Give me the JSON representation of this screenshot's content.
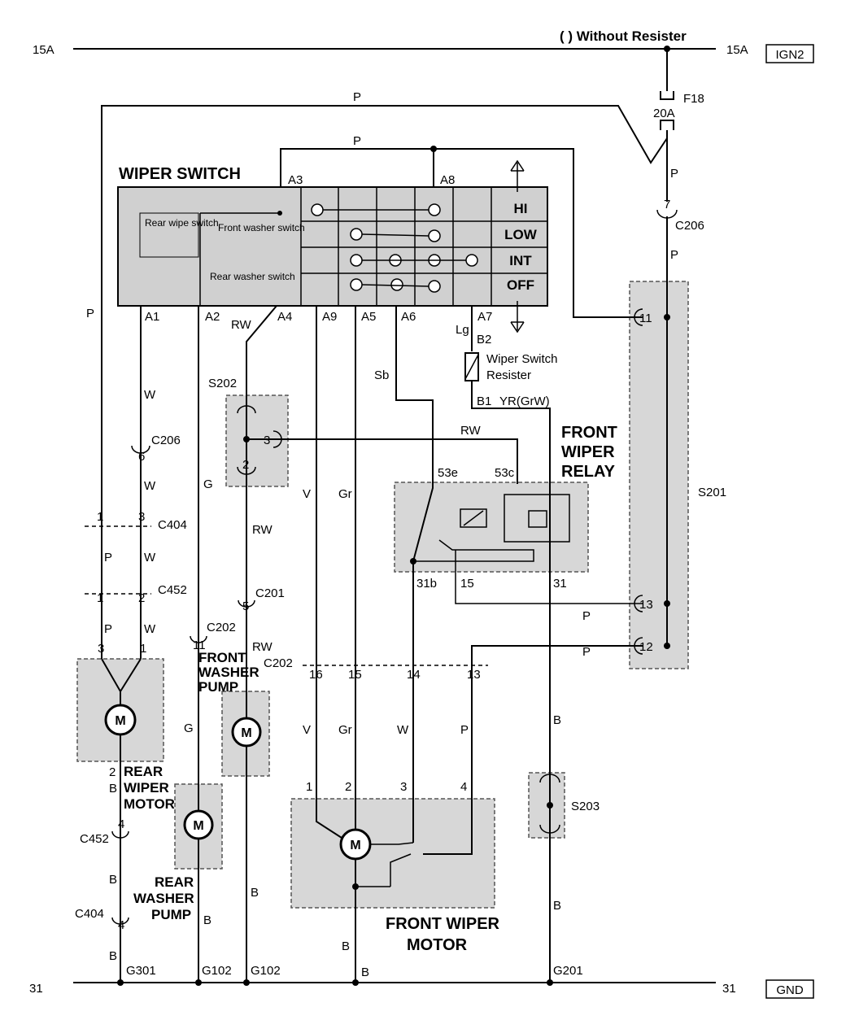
{
  "rails": {
    "top_left": "15A",
    "top_right": "15A",
    "top_tag": "IGN2",
    "bottom_left": "31",
    "bottom_right": "31",
    "bottom_tag": "GND",
    "note": "(   ) Without Resister"
  },
  "fuse": {
    "name": "F18",
    "rating": "20A"
  },
  "wiper_switch": {
    "title": "WIPER SWITCH",
    "positions": [
      "HI",
      "LOW",
      "INT",
      "OFF"
    ],
    "inner": [
      "Rear wipe switch",
      "Front washer switch",
      "Rear washer switch"
    ],
    "pins": [
      "A1",
      "A2",
      "A3",
      "A4",
      "A5",
      "A6",
      "A7",
      "A8",
      "A9"
    ]
  },
  "resistor": {
    "label1": "Wiper Switch",
    "label2": "Resister",
    "pin_in": "B2",
    "pin_out": "B1"
  },
  "relay": {
    "line1": "FRONT",
    "line2": "WIPER",
    "line3": "RELAY",
    "pins": [
      "53e",
      "53c",
      "31b",
      "15",
      "31"
    ]
  },
  "splices": [
    "S201",
    "S202",
    "S203"
  ],
  "connectors": [
    "C206",
    "C404",
    "C452",
    "C201",
    "C202"
  ],
  "grounds": [
    "G301",
    "G102",
    "G102",
    "G201"
  ],
  "components": {
    "rear_wiper_motor": [
      "REAR",
      "WIPER",
      "MOTOR"
    ],
    "rear_washer_pump": [
      "REAR",
      "WASHER",
      "PUMP"
    ],
    "front_washer_pump": [
      "FRONT",
      "WASHER",
      "PUMP"
    ],
    "front_wiper_motor": [
      "FRONT WIPER",
      "MOTOR"
    ],
    "motor_symbol": "M"
  },
  "wire_colors": [
    "P",
    "W",
    "G",
    "RW",
    "V",
    "Gr",
    "Sb",
    "Lg",
    "YR(GrW)",
    "B"
  ],
  "pin_numbers": [
    "1",
    "2",
    "3",
    "4",
    "5",
    "6",
    "7",
    "11",
    "12",
    "13",
    "14",
    "15",
    "16"
  ]
}
